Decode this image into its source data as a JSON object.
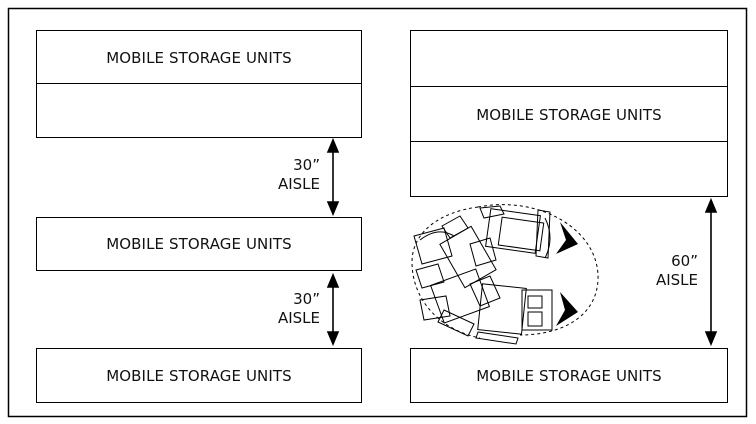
{
  "left_column": {
    "top_unit_label": "MOBILE STORAGE UNITS",
    "middle_unit_label": "MOBILE STORAGE UNITS",
    "bottom_unit_label": "MOBILE STORAGE UNITS",
    "aisle_1": {
      "size": "30”",
      "word": "AISLE"
    },
    "aisle_2": {
      "size": "30”",
      "word": "AISLE"
    }
  },
  "right_column": {
    "top_unit_label": "MOBILE STORAGE UNITS",
    "bottom_unit_label": "MOBILE STORAGE UNITS",
    "aisle": {
      "size": "60”",
      "word": "AISLE"
    }
  },
  "colors": {
    "line": "#000000",
    "background": "#ffffff"
  }
}
